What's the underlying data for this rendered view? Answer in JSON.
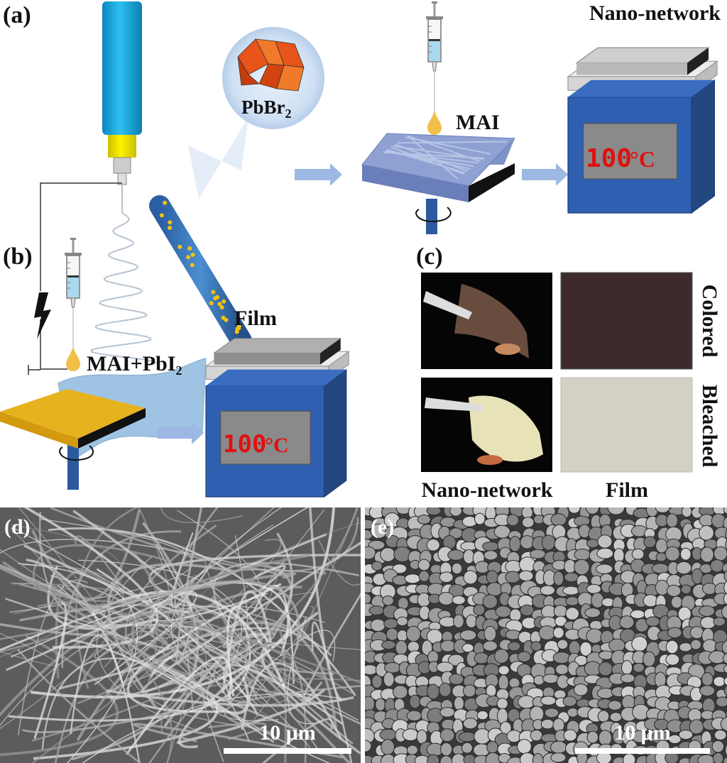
{
  "panels": {
    "a": {
      "label": "(a)",
      "crystal_formula_base": "PbBr",
      "crystal_formula_sub": "2",
      "solution_label": "MAI",
      "product_label": "Nano-network",
      "hotplate_temperature": "100",
      "hotplate_unit": "°C"
    },
    "b": {
      "label": "(b)",
      "solution_label_base": "MAI+PbI",
      "solution_label_sub": "2",
      "product_label": "Film",
      "hotplate_temperature": "100",
      "hotplate_unit": "°C"
    },
    "c": {
      "label": "(c)",
      "row_labels": [
        "Colored",
        "Bleached"
      ],
      "column_labels": [
        "Nano-network",
        "Film"
      ]
    },
    "d": {
      "label": "(d)",
      "scale_bar": "10 μm"
    },
    "e": {
      "label": "(e)",
      "scale_bar": "10 μm"
    }
  },
  "colors": {
    "nozzle_blue": "#1aa6dc",
    "nozzle_yellow": "#f2e600",
    "hotplate_blue": "#2f5fb0",
    "display_red": "#e01010",
    "arrow_blue": "#9db8e2",
    "film_gold": "#e6b21e",
    "network_blue": "#7f93c8"
  }
}
